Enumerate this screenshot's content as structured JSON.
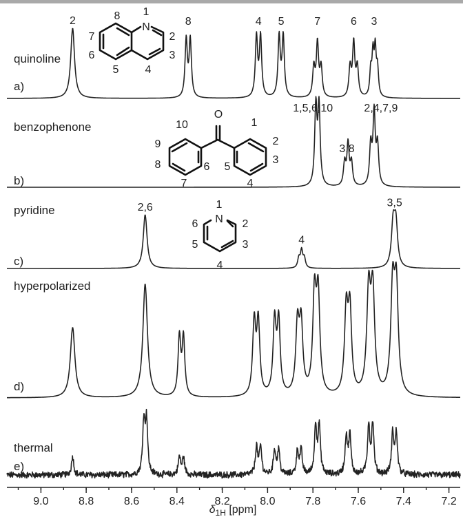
{
  "chart_data": {
    "type": "line",
    "x_axis": {
      "label_symbol": "δ",
      "label_subscript": "1H",
      "label_unit": " [ppm]",
      "reversed": true,
      "xlim": [
        9.15,
        7.15
      ],
      "ticks": [
        "9.0",
        "8.8",
        "8.6",
        "8.4",
        "8.2",
        "8.0",
        "7.8",
        "7.6",
        "7.4",
        "7.2"
      ]
    },
    "panels": [
      {
        "id": "a",
        "letter": "a)",
        "name": "quinoline",
        "peaks": [
          {
            "ppm": 8.86,
            "height": 1.0,
            "width": 0.01,
            "type": "single"
          },
          {
            "ppm": 8.35,
            "height": 0.82,
            "width": 0.006,
            "type": "doublet",
            "J": 0.018
          },
          {
            "ppm": 8.04,
            "height": 0.86,
            "width": 0.006,
            "type": "doublet",
            "J": 0.018
          },
          {
            "ppm": 7.94,
            "height": 0.86,
            "width": 0.006,
            "type": "doublet",
            "J": 0.018
          },
          {
            "ppm": 7.78,
            "height": 0.76,
            "width": 0.006,
            "type": "triplet",
            "J": 0.016
          },
          {
            "ppm": 7.62,
            "height": 0.76,
            "width": 0.006,
            "type": "triplet",
            "J": 0.016
          },
          {
            "ppm": 7.53,
            "height": 0.64,
            "width": 0.005,
            "type": "quartet",
            "J": 0.01
          }
        ],
        "peak_labels": [
          {
            "text": "2",
            "ppm": 8.86
          },
          {
            "text": "8",
            "ppm": 8.35
          },
          {
            "text": "4",
            "ppm": 8.04
          },
          {
            "text": "5",
            "ppm": 7.94
          },
          {
            "text": "7",
            "ppm": 7.78
          },
          {
            "text": "6",
            "ppm": 7.62
          },
          {
            "text": "3",
            "ppm": 7.53
          }
        ],
        "structure": {
          "name": "quinoline-structure",
          "atom_labels": [
            "N"
          ],
          "numbers": [
            "1",
            "2",
            "3",
            "4",
            "5",
            "6",
            "7",
            "8"
          ]
        }
      },
      {
        "id": "b",
        "letter": "b)",
        "name": "benzophenone",
        "peaks": [
          {
            "ppm": 7.78,
            "height": 0.98,
            "width": 0.006,
            "type": "doublet",
            "J": 0.014
          },
          {
            "ppm": 7.645,
            "height": 0.52,
            "width": 0.006,
            "type": "triplet",
            "J": 0.015
          },
          {
            "ppm": 7.53,
            "height": 0.9,
            "width": 0.006,
            "type": "triplet",
            "J": 0.015
          }
        ],
        "peak_labels": [
          {
            "text": "1,5,6,10",
            "ppm": 7.8
          },
          {
            "text": "3,8",
            "ppm": 7.65
          },
          {
            "text": "2,4,7,9",
            "ppm": 7.5
          }
        ],
        "structure": {
          "name": "benzophenone-structure",
          "atom_labels": [
            "O"
          ],
          "numbers": [
            "1",
            "2",
            "3",
            "4",
            "5",
            "6",
            "7",
            "8",
            "9",
            "10"
          ]
        }
      },
      {
        "id": "c",
        "letter": "c)",
        "name": "pyridine",
        "peaks": [
          {
            "ppm": 8.54,
            "height": 1.0,
            "width": 0.01,
            "type": "single"
          },
          {
            "ppm": 7.85,
            "height": 0.32,
            "width": 0.006,
            "type": "triplet",
            "J": 0.012
          },
          {
            "ppm": 7.44,
            "height": 0.78,
            "width": 0.009,
            "type": "doublet",
            "J": 0.012
          }
        ],
        "peak_labels": [
          {
            "text": "2,6",
            "ppm": 8.54
          },
          {
            "text": "4",
            "ppm": 7.85
          },
          {
            "text": "3,5",
            "ppm": 7.44
          }
        ],
        "structure": {
          "name": "pyridine-structure",
          "atom_labels": [
            "N"
          ],
          "numbers": [
            "1",
            "2",
            "3",
            "4",
            "5",
            "6"
          ]
        }
      },
      {
        "id": "d",
        "letter": "d)",
        "name": "hyperpolarized",
        "peaks": [
          {
            "ppm": 8.86,
            "height": 0.6,
            "width": 0.012,
            "type": "single"
          },
          {
            "ppm": 8.54,
            "height": 0.97,
            "width": 0.012,
            "type": "single"
          },
          {
            "ppm": 8.38,
            "height": 0.5,
            "width": 0.007,
            "type": "doublet",
            "J": 0.018
          },
          {
            "ppm": 8.05,
            "height": 0.62,
            "width": 0.008,
            "type": "doublet",
            "J": 0.018
          },
          {
            "ppm": 7.96,
            "height": 0.62,
            "width": 0.008,
            "type": "doublet",
            "J": 0.018
          },
          {
            "ppm": 7.86,
            "height": 0.58,
            "width": 0.009,
            "type": "doublet",
            "J": 0.016
          },
          {
            "ppm": 7.785,
            "height": 0.82,
            "width": 0.009,
            "type": "doublet",
            "J": 0.016
          },
          {
            "ppm": 7.645,
            "height": 0.7,
            "width": 0.009,
            "type": "doublet",
            "J": 0.016
          },
          {
            "ppm": 7.545,
            "height": 0.85,
            "width": 0.01,
            "type": "doublet",
            "J": 0.018
          },
          {
            "ppm": 7.44,
            "height": 0.88,
            "width": 0.01,
            "type": "doublet",
            "J": 0.016
          }
        ],
        "peak_labels": [],
        "structure": null
      },
      {
        "id": "e",
        "letter": "e)",
        "name": "thermal",
        "peaks": [
          {
            "ppm": 8.86,
            "height": 0.3,
            "width": 0.006,
            "type": "single"
          },
          {
            "ppm": 8.54,
            "height": 0.85,
            "width": 0.006,
            "type": "doublet",
            "J": 0.012
          },
          {
            "ppm": 8.38,
            "height": 0.28,
            "width": 0.006,
            "type": "doublet",
            "J": 0.018
          },
          {
            "ppm": 8.04,
            "height": 0.45,
            "width": 0.006,
            "type": "doublet",
            "J": 0.018
          },
          {
            "ppm": 7.96,
            "height": 0.4,
            "width": 0.006,
            "type": "doublet",
            "J": 0.018
          },
          {
            "ppm": 7.86,
            "height": 0.38,
            "width": 0.006,
            "type": "doublet",
            "J": 0.016
          },
          {
            "ppm": 7.78,
            "height": 0.78,
            "width": 0.006,
            "type": "doublet",
            "J": 0.016
          },
          {
            "ppm": 7.645,
            "height": 0.62,
            "width": 0.006,
            "type": "doublet",
            "J": 0.016
          },
          {
            "ppm": 7.545,
            "height": 0.8,
            "width": 0.006,
            "type": "doublet",
            "J": 0.018
          },
          {
            "ppm": 7.44,
            "height": 0.66,
            "width": 0.006,
            "type": "doublet",
            "J": 0.016
          }
        ],
        "noise": 0.07,
        "peak_labels": [],
        "structure": null
      }
    ]
  }
}
